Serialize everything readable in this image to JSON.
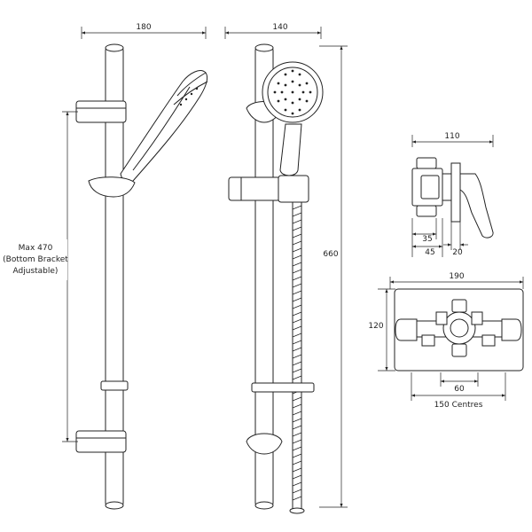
{
  "dimensions": {
    "side_width": "180",
    "front_width": "140",
    "overall_height": "660",
    "bracket_line1": "Max 470",
    "bracket_line2": "(Bottom Bracket",
    "bracket_line3": "Adjustable)",
    "valve_side_width": "110",
    "valve_depth_a": "35",
    "valve_depth_b": "45",
    "valve_depth_c": "20",
    "valve_front_width": "190",
    "valve_front_height": "120",
    "valve_center_spacing": "60",
    "valve_centres": "150 Centres"
  },
  "colors": {
    "line": "#222222",
    "background": "#ffffff"
  }
}
